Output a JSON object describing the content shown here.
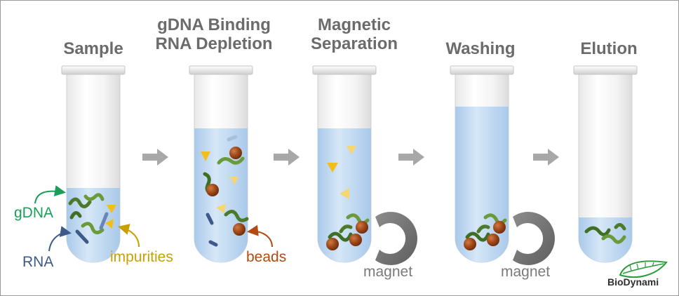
{
  "steps": [
    {
      "title_line1": "",
      "title_line2": "Sample"
    },
    {
      "title_line1": "gDNA Binding",
      "title_line2": "RNA Depletion"
    },
    {
      "title_line1": "Magnetic",
      "title_line2": "Separation"
    },
    {
      "title_line1": "",
      "title_line2": "Washing"
    },
    {
      "title_line1": "",
      "title_line2": "Elution"
    }
  ],
  "labels": {
    "gdna": "gDNA",
    "rna": "RNA",
    "impurities": "impurities",
    "beads": "beads",
    "magnet_1": "magnet",
    "magnet_2": "magnet"
  },
  "logo": {
    "text": "BioDynami"
  },
  "colors": {
    "gdna": "#1a9e5a",
    "rna": "#3d5a8a",
    "impurities": "#c9a000",
    "beads": "#b24a12",
    "magnet": "#7a7a7a",
    "title": "#6b6b6b",
    "liquid": "#bcd6ef",
    "arrow": "#a8a8a8"
  }
}
